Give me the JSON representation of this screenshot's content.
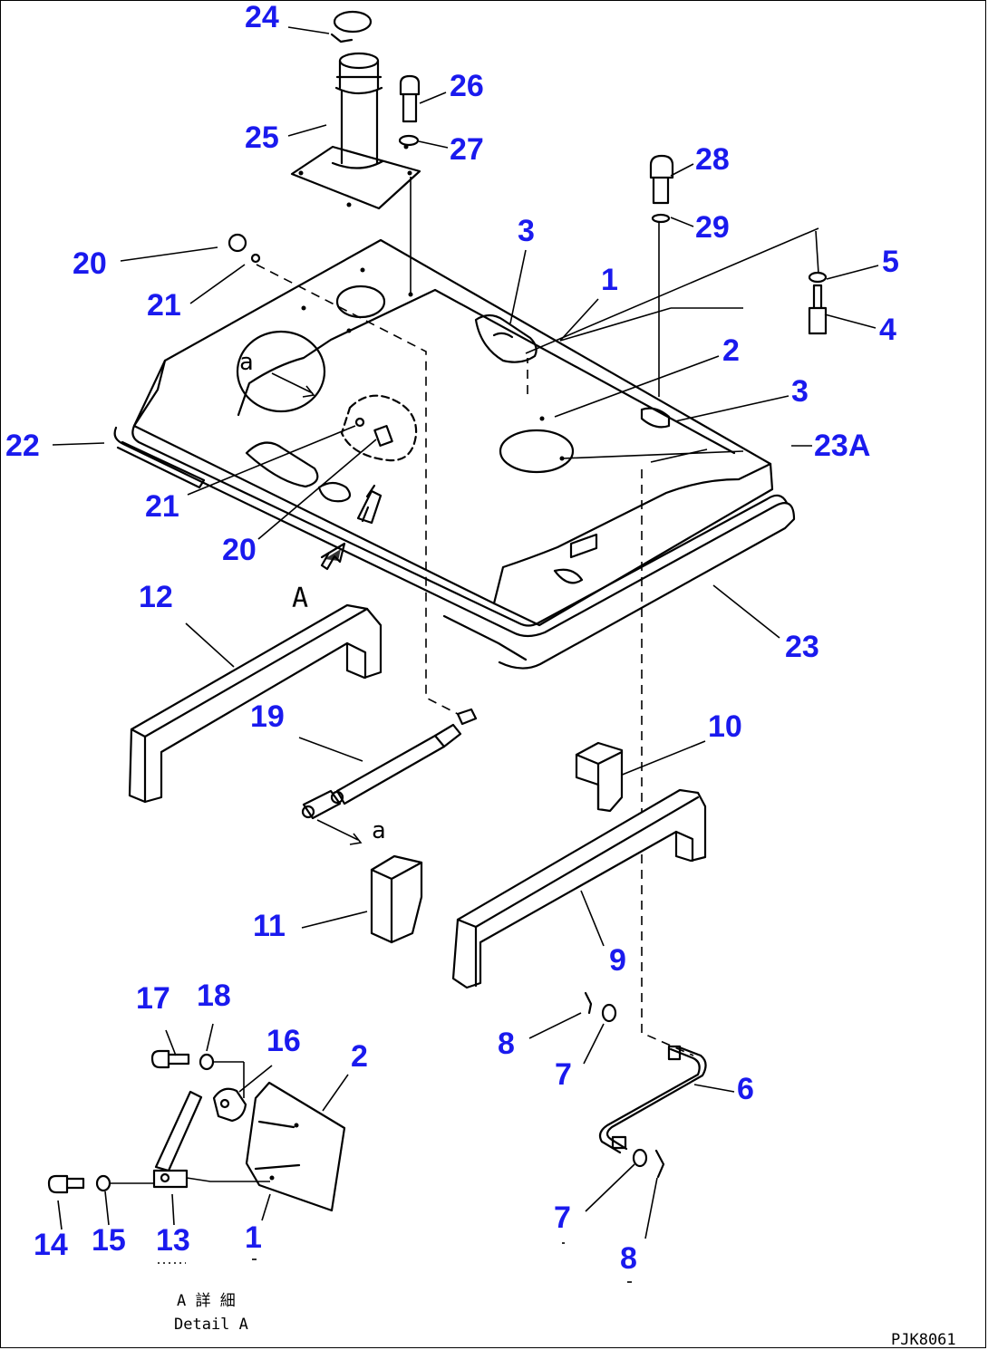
{
  "drawing_code": "PJK8061",
  "detail_caption": {
    "jp": "A 詳 細",
    "en": "Detail A"
  },
  "view_markers": {
    "view_a_letter": "A",
    "section_a_top": "a",
    "section_a_bottom": "a"
  },
  "callouts": [
    "24",
    "26",
    "25",
    "27",
    "28",
    "29",
    "20",
    "21",
    "3",
    "1",
    "5",
    "4",
    "2",
    "3",
    "22",
    "23A",
    "21",
    "20",
    "12",
    "23",
    "19",
    "10",
    "11",
    "9",
    "17",
    "18",
    "16",
    "2",
    "8",
    "7",
    "6",
    "14",
    "15",
    "13",
    "1",
    "7",
    "8"
  ]
}
